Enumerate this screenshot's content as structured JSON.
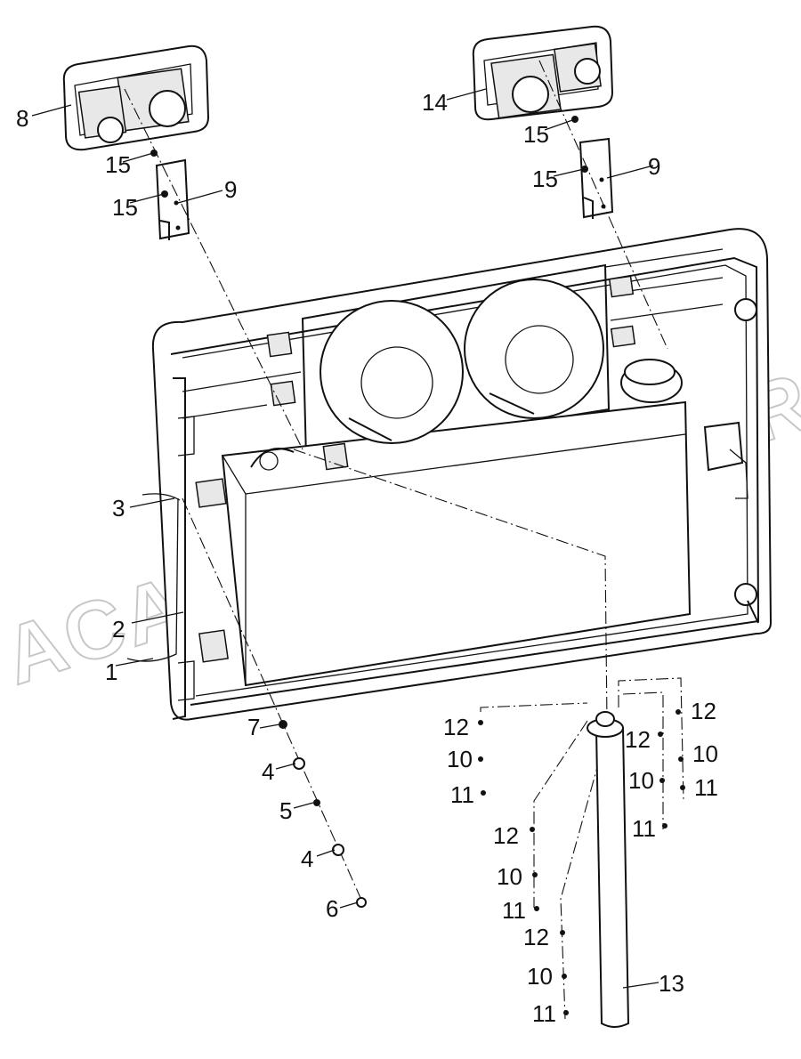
{
  "diagram": {
    "watermark": "ACAT.AUTODEALER.RU",
    "callouts": [
      "1",
      "2",
      "3",
      "4",
      "4",
      "5",
      "6",
      "7",
      "8",
      "9",
      "9",
      "10",
      "10",
      "10",
      "10",
      "10",
      "11",
      "11",
      "11",
      "11",
      "11",
      "12",
      "12",
      "12",
      "12",
      "12",
      "13",
      "14",
      "15",
      "15",
      "15",
      "15"
    ]
  }
}
